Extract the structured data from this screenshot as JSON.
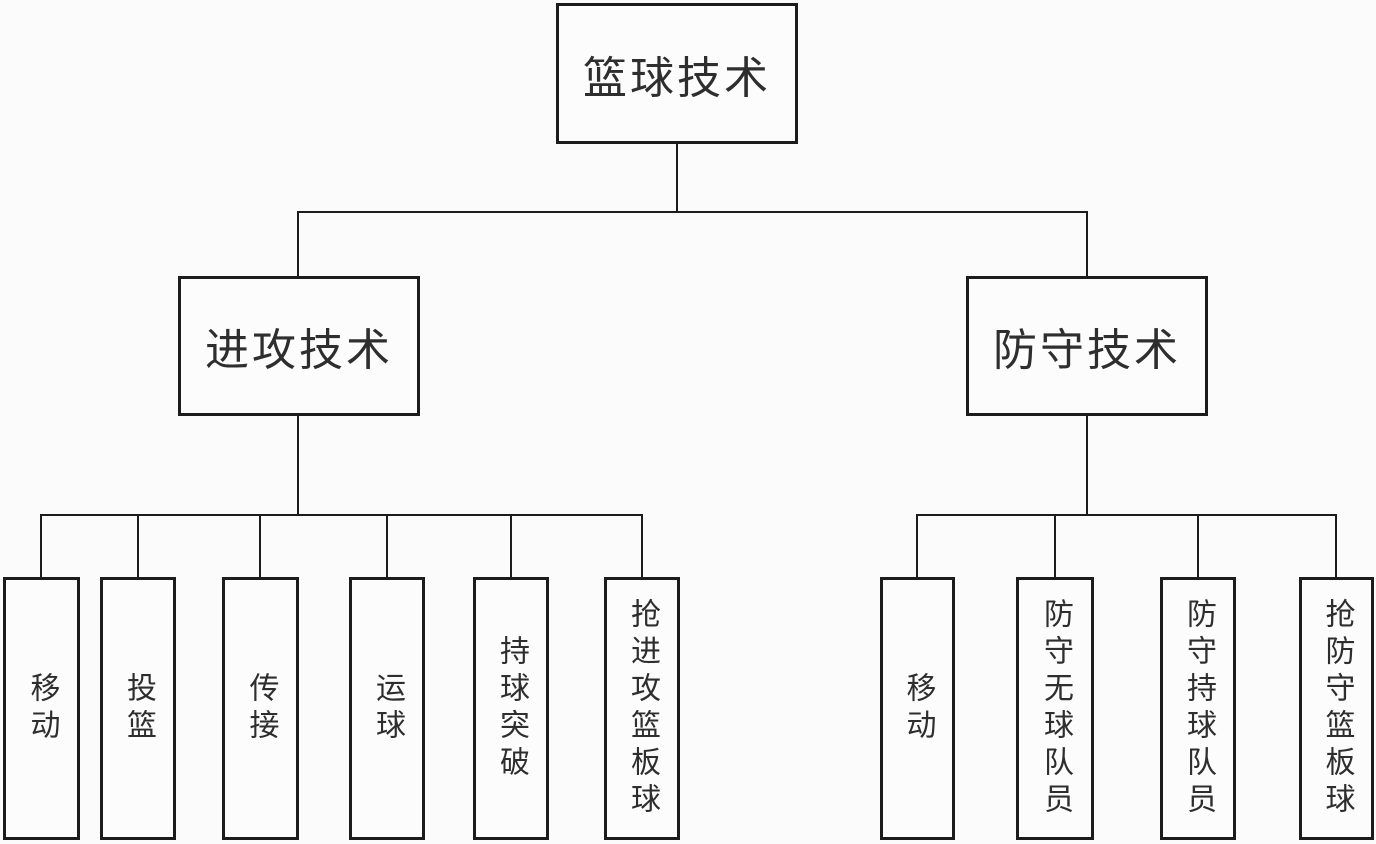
{
  "diagram": {
    "type": "tree",
    "root": {
      "label": "篮球技术"
    },
    "branches": [
      {
        "label": "进攻技术",
        "children": [
          "移动",
          "投篮",
          "传接",
          "运球",
          "持球突破",
          "抢进攻篮板球"
        ]
      },
      {
        "label": "防守技术",
        "children": [
          "移动",
          "防守无球队员",
          "防守持球队员",
          "抢防守篮板球"
        ]
      }
    ],
    "colors": {
      "background": "#fbfbfb",
      "line": "#1c1c1c",
      "text": "#2e2e2e"
    }
  }
}
